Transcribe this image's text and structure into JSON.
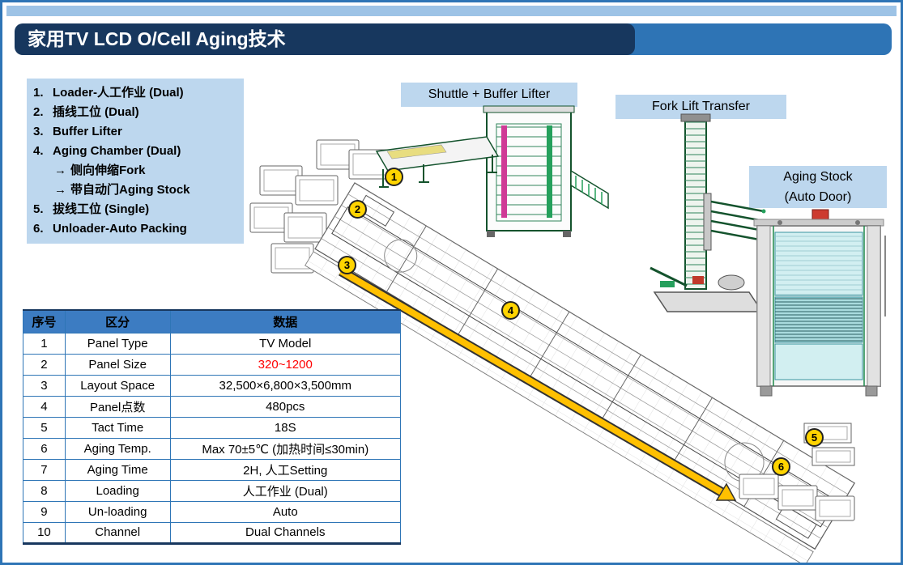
{
  "title_bar": {
    "title": "家用TV LCD O/Cell Aging技术"
  },
  "feature_list": {
    "items": [
      {
        "num": "1.",
        "label": "Loader-人工作业 (Dual)"
      },
      {
        "num": "2.",
        "label": "插线工位 (Dual)"
      },
      {
        "num": "3.",
        "label": "Buffer Lifter"
      },
      {
        "num": "4.",
        "label": "Aging Chamber (Dual)"
      },
      {
        "num": "→",
        "label": "侧向伸缩Fork"
      },
      {
        "num": "→",
        "label": "带自动门Aging Stock"
      },
      {
        "num": "5.",
        "label": "拔线工位 (Single)"
      },
      {
        "num": "6.",
        "label": "Unloader-Auto Packing"
      }
    ]
  },
  "callouts": {
    "shuttle": "Shuttle + Buffer Lifter",
    "forklift": "Fork Lift Transfer",
    "aging_stock_line1": "Aging Stock",
    "aging_stock_line2": "(Auto Door)"
  },
  "badges": [
    "1",
    "2",
    "3",
    "4",
    "5",
    "6"
  ],
  "table": {
    "headers": [
      "序号",
      "区分",
      "数据"
    ],
    "rows": [
      {
        "no": "1",
        "category": "Panel Type",
        "value": "TV Model"
      },
      {
        "no": "2",
        "category": "Panel Size",
        "value": "320~1200"
      },
      {
        "no": "3",
        "category": "Layout Space",
        "value": "32,500×6,800×3,500mm"
      },
      {
        "no": "4",
        "category": "Panel点数",
        "value": "480pcs"
      },
      {
        "no": "5",
        "category": "Tact Time",
        "value": "18S"
      },
      {
        "no": "6",
        "category": "Aging Temp.",
        "value": "Max 70±5℃ (加热时间≤30min)"
      },
      {
        "no": "7",
        "category": "Aging Time",
        "value": "2H, 人工Setting"
      },
      {
        "no": "8",
        "category": "Loading",
        "value": "人工作业 (Dual)"
      },
      {
        "no": "9",
        "category": "Un-loading",
        "value": "Auto"
      },
      {
        "no": "10",
        "category": "Channel",
        "value": "Dual Channels"
      }
    ]
  },
  "colors": {
    "title_bar_navy": "#17375E",
    "accent_blue": "#2E74B5",
    "light_blue_fill": "#BDD7EE",
    "table_header_blue": "#3C7CC2",
    "badge_yellow": "#FFD400",
    "arrow_yellow": "#FFC000",
    "highlight_red": "#FF0000"
  }
}
